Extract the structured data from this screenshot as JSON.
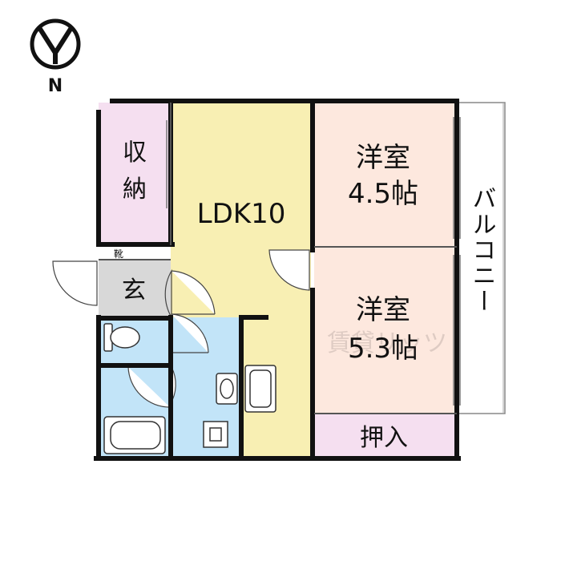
{
  "compass": {
    "north_letter": "N",
    "icon": "north-arrow-icon"
  },
  "rooms": {
    "storage": "収納",
    "shoe_box": "靴",
    "entrance": "玄",
    "ldk": "LDK10",
    "western_room_1": {
      "name": "洋室",
      "size": "4.5帖"
    },
    "western_room_2": {
      "name": "洋室",
      "size": "5.3帖"
    },
    "closet": "押入",
    "balcony": "バルコニー"
  },
  "watermark": "賃貸リッツ",
  "colors": {
    "ldk": "#f8efb3",
    "western": "#fde8de",
    "storage": "#f5dff0",
    "entrance": "#d8d8d8",
    "wet_area": "#c2e4f8",
    "wall": "#111111"
  }
}
